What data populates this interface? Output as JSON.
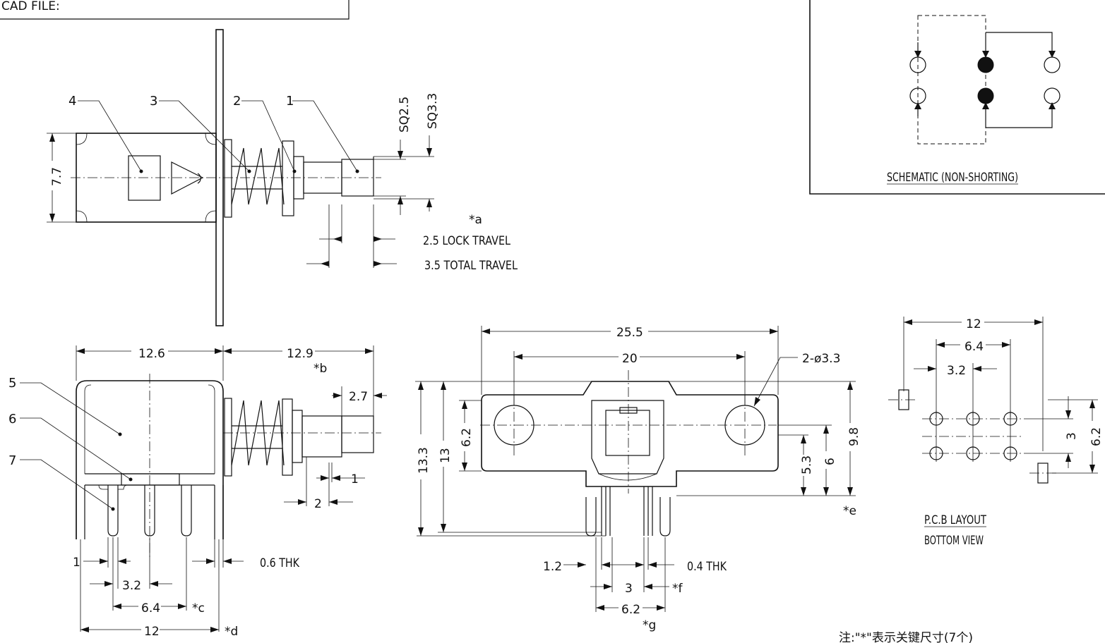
{
  "title_block": {
    "cad_file": "CAD FILE:"
  },
  "schematic": {
    "caption": "SCHEMATIC (NON-SHORTING)"
  },
  "top_view": {
    "callouts": [
      "4",
      "3",
      "2",
      "1"
    ],
    "height": "7.7",
    "sq_small": "SQ2.5",
    "sq_large": "SQ3.3",
    "note_a": "*a",
    "lock_travel": "2.5 LOCK TRAVEL",
    "total_travel": "3.5 TOTAL TRAVEL"
  },
  "side_view": {
    "callouts": [
      "5",
      "6",
      "7"
    ],
    "body_length": "12.6",
    "stem_length": "12.9",
    "note_b": "*b",
    "button_length": "2.7",
    "dim_1_small": "1",
    "dim_2": "2",
    "pin_width": "1",
    "thickness": "0.6 THK",
    "pitch": "3.2",
    "pitch_double": "6.4",
    "note_c": "*c",
    "overall": "12",
    "note_d": "*d"
  },
  "front_view": {
    "width_total": "25.5",
    "hole_spacing": "20",
    "holes": "2-ø3.3",
    "h_13_3": "13.3",
    "h_13": "13",
    "h_6_2": "6.2",
    "h_9_8": "9.8",
    "h_6": "6",
    "h_5_3": "5.3",
    "note_e": "*e",
    "pin_1_2": "1.2",
    "thk_0_4": "0.4 THK",
    "pitch_3": "3",
    "note_f": "*f",
    "span_6_2": "6.2",
    "note_g": "*g"
  },
  "pcb_layout": {
    "width": "12",
    "pitch_6_4": "6.4",
    "pitch_3_2": "3.2",
    "row_3": "3",
    "row_6_2": "6.2",
    "caption1": "P.C.B LAYOUT",
    "caption2": "BOTTOM VIEW"
  },
  "footnote": "注:\"*\"表示关键尺寸(7个)"
}
